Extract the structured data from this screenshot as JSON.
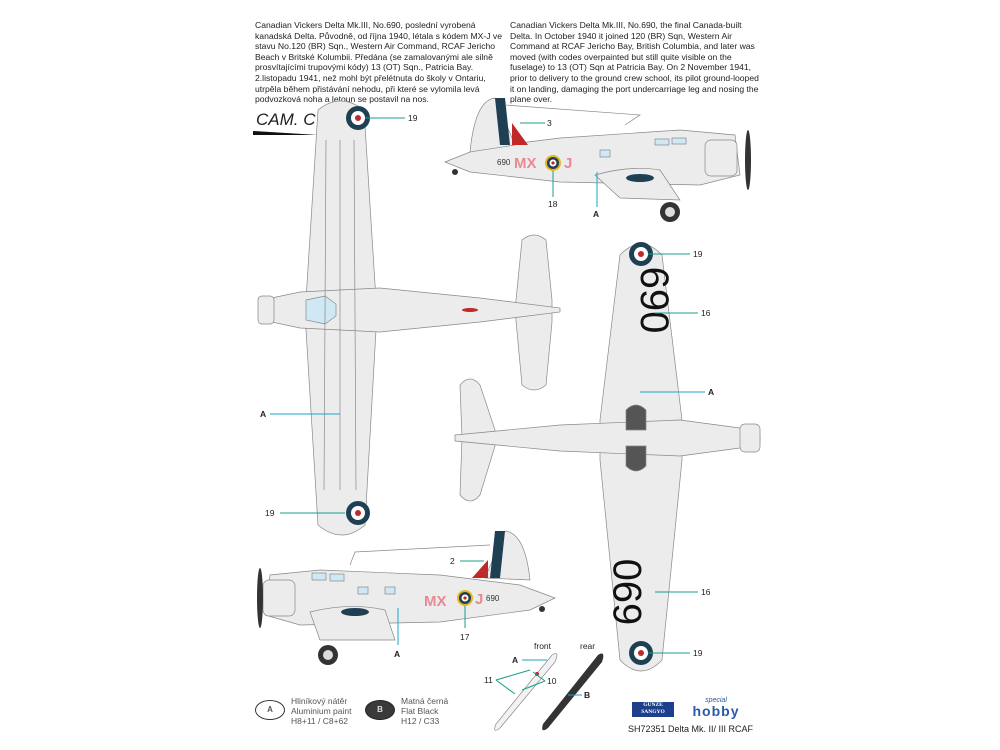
{
  "text_cz": "Canadian Vickers Delta Mk.III, No.690, poslední vyrobená kanadská Delta. Původně, od října 1940, létala s kódem MX-J ve stavu No.120 (BR) Sqn., Western Air Command, RCAF Jericho Beach v Britské Kolumbii. Předána (se zamalovanými ale silně prosvítajícími trupovými kódy) 13 (OT) Sqn., Patricia Bay. 2.listopadu 1941, než mohl být přelétnuta do školy v Ontariu, utrpěla během přistávání nehodu, při které se vylomila levá podvozková noha a letoun se postavil na nos.",
  "text_en": "Canadian Vickers Delta Mk.III, No.690, the final Canada-built Delta. In October 1940 it joined 120 (BR) Sqn, Western Air Command at RCAF Jericho Bay, British Columbia, and later was moved (with codes overpainted but still quite visible on the fuselage) to 13 (OT) Sqn at Patricia Bay. On 2 November 1941, prior to delivery to the ground crew school, its pilot ground-looped it on landing, damaging the port undercarriage leg and nosing the plane over.",
  "scheme_label": "CAM. C",
  "markings": {
    "serial": "690",
    "code_left": "MX",
    "code_right": "J"
  },
  "callouts": {
    "top_view": [
      "19",
      "19",
      "A"
    ],
    "side_view_upper": [
      "3",
      "18",
      "A"
    ],
    "bottom_view": [
      "19",
      "16",
      "A",
      "16",
      "19"
    ],
    "side_view_lower": [
      "2",
      "17",
      "A"
    ],
    "propellers": {
      "front": "front",
      "rear": "rear",
      "a": "A",
      "b": "B",
      "c11": "11",
      "c10": "10"
    }
  },
  "legend": [
    {
      "key": "A",
      "cz": "Hliníkový nátěr",
      "en": "Aluminium paint",
      "codes": "H8+11 / C8+62"
    },
    {
      "key": "B",
      "cz": "Matná černá",
      "en": "Flat Black",
      "codes": "H12 / C33"
    }
  ],
  "logos": {
    "brand1": "GUNZE SANGYO",
    "brand2_top": "special",
    "brand2_bottom": "hobby"
  },
  "footer": "SH72351  Delta Mk. II/ III RCAF",
  "colors": {
    "roundel_blue": "#1f3f52",
    "roundel_red": "#c0282a",
    "roundel_yellow": "#e6b520",
    "callout": "#14a08a",
    "callout_cyan": "#1aa6c8",
    "code_pink": "#e88a94",
    "aluminium": "#ececec"
  }
}
